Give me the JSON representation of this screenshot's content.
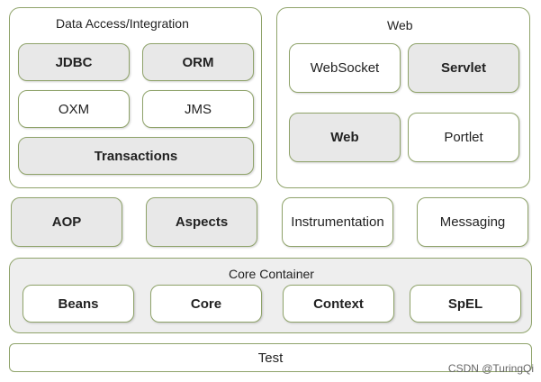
{
  "data_access": {
    "title": "Data Access/Integration",
    "jdbc": "JDBC",
    "orm": "ORM",
    "oxm": "OXM",
    "jms": "JMS",
    "transactions": "Transactions"
  },
  "web": {
    "title": "Web",
    "websocket": "WebSocket",
    "servlet": "Servlet",
    "web": "Web",
    "portlet": "Portlet"
  },
  "middle": {
    "aop": "AOP",
    "aspects": "Aspects",
    "instrumentation": "Instrumentation",
    "messaging": "Messaging"
  },
  "core_container": {
    "title": "Core Container",
    "beans": "Beans",
    "core": "Core",
    "context": "Context",
    "spel": "SpEL"
  },
  "test": {
    "label": "Test"
  },
  "watermark": "CSDN @TuringQi",
  "colors": {
    "border": "#8fa36a",
    "gray_fill": "#e8e8e8"
  }
}
